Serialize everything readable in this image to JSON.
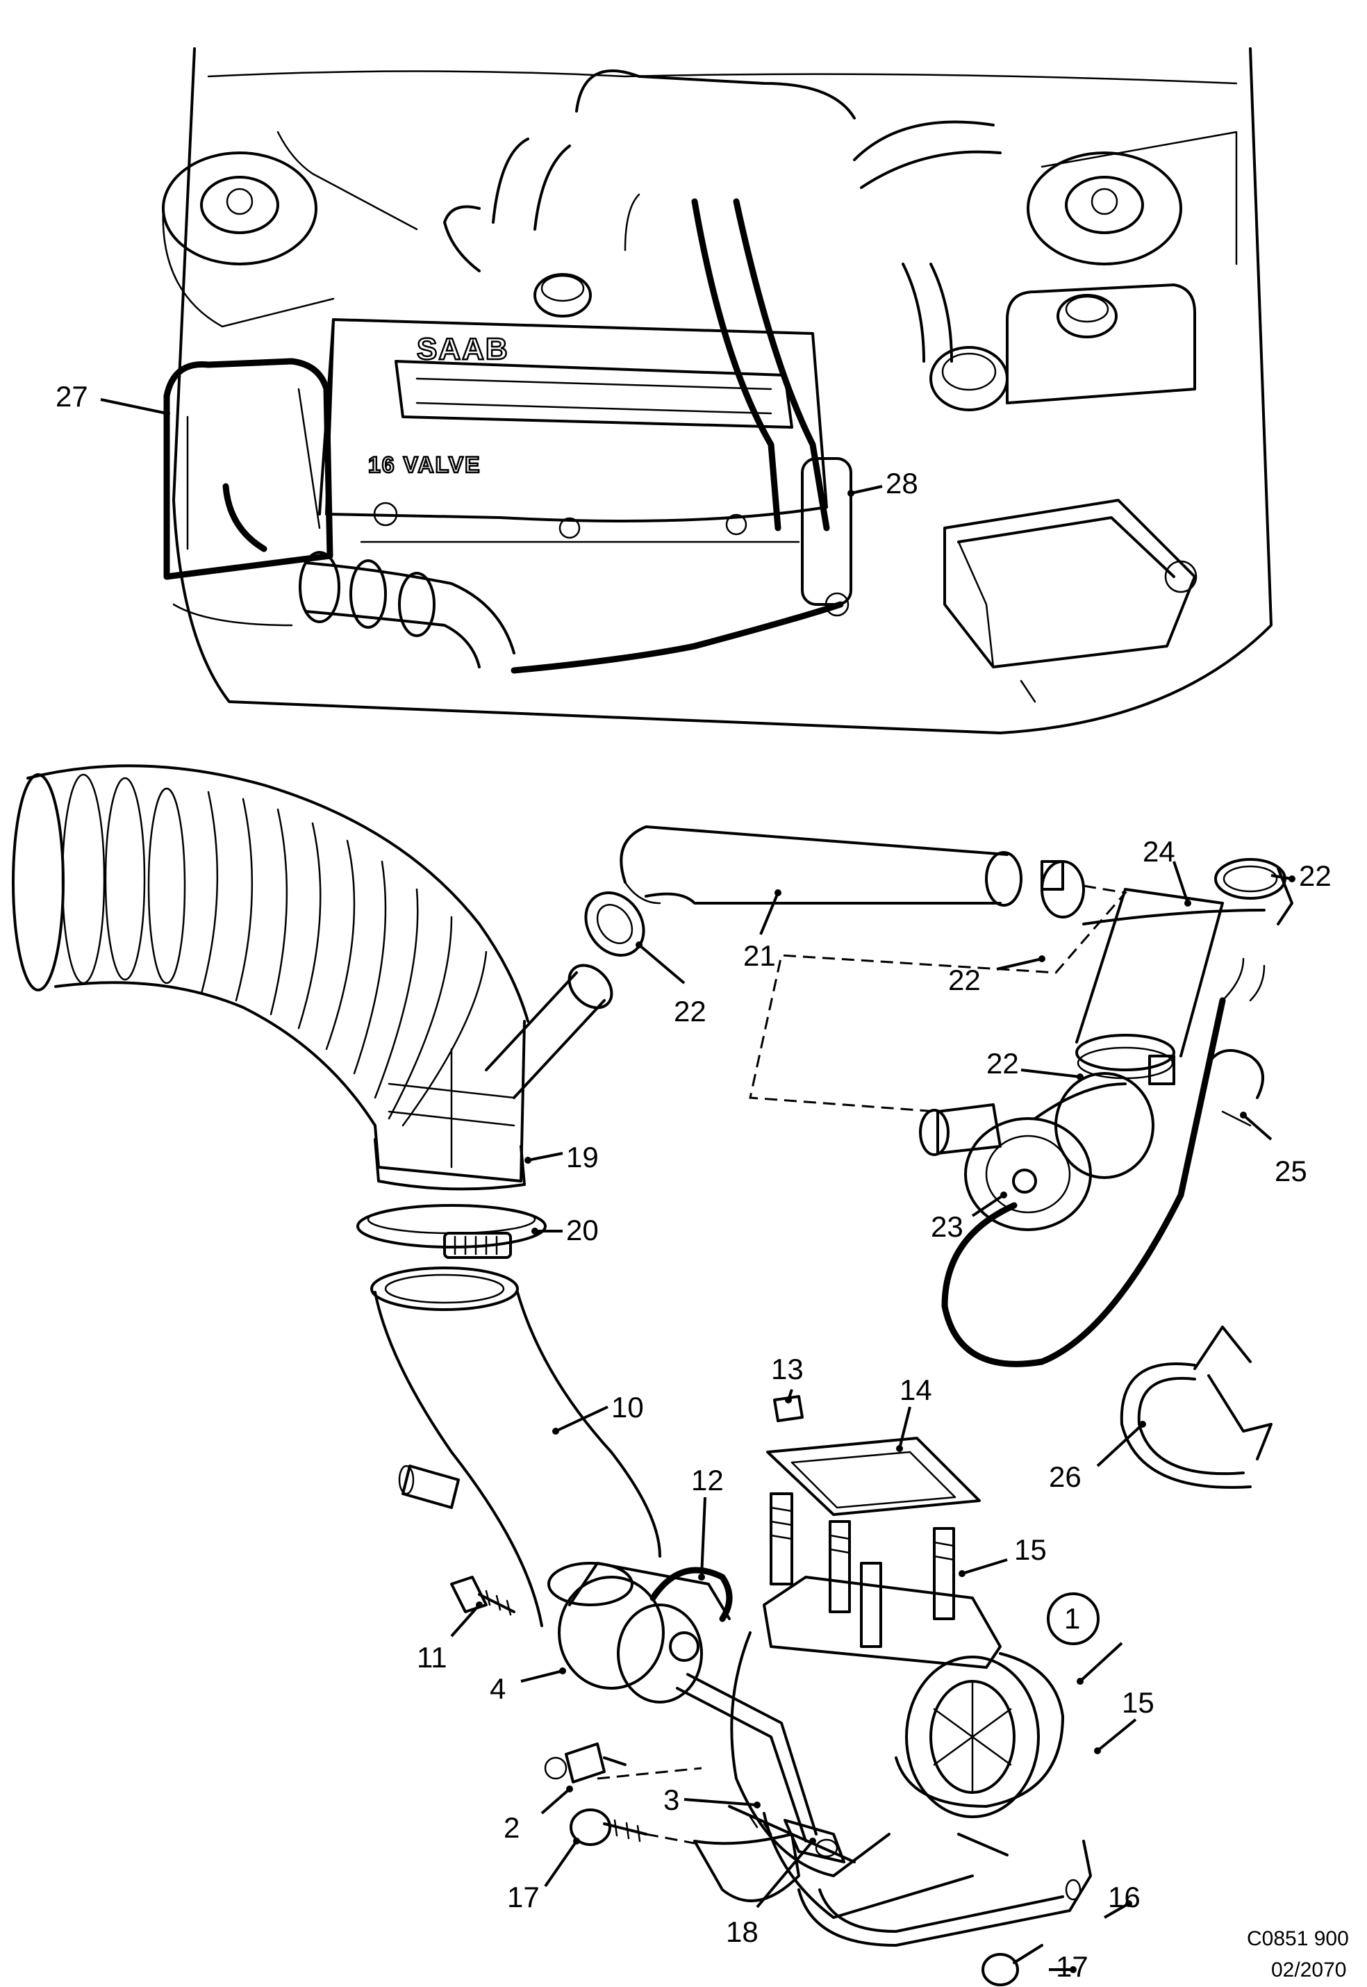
{
  "engine_text": {
    "brand": "SAAB",
    "valve": "16 VALVE"
  },
  "callouts": {
    "c1": "1",
    "c2": "2",
    "c3": "3",
    "c4": "4",
    "c10": "10",
    "c11": "11",
    "c12": "12",
    "c13": "13",
    "c14": "14",
    "c15a": "15",
    "c15b": "15",
    "c16": "16",
    "c17a": "17",
    "c17b": "17",
    "c18": "18",
    "c19": "19",
    "c20": "20",
    "c21": "21",
    "c22a": "22",
    "c22b": "22",
    "c22c": "22",
    "c22d": "22",
    "c23": "23",
    "c24": "24",
    "c25": "25",
    "c26": "26",
    "c27": "27",
    "c28": "28"
  },
  "footer": {
    "code1": "C0851 900",
    "code2": "02/2070"
  }
}
